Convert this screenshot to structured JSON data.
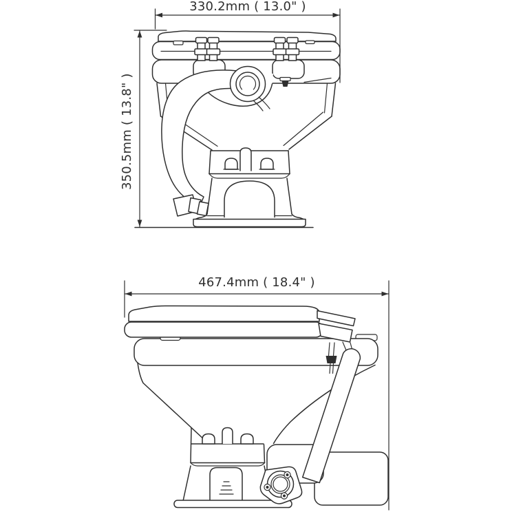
{
  "colors": {
    "ink": "#2f2f2f",
    "background": "#ffffff"
  },
  "front_view": {
    "width_label": "330.2mm ( 13.0\" )",
    "height_label": "350.5mm ( 13.8\" )"
  },
  "side_view": {
    "width_label": "467.4mm ( 18.4\" )"
  }
}
